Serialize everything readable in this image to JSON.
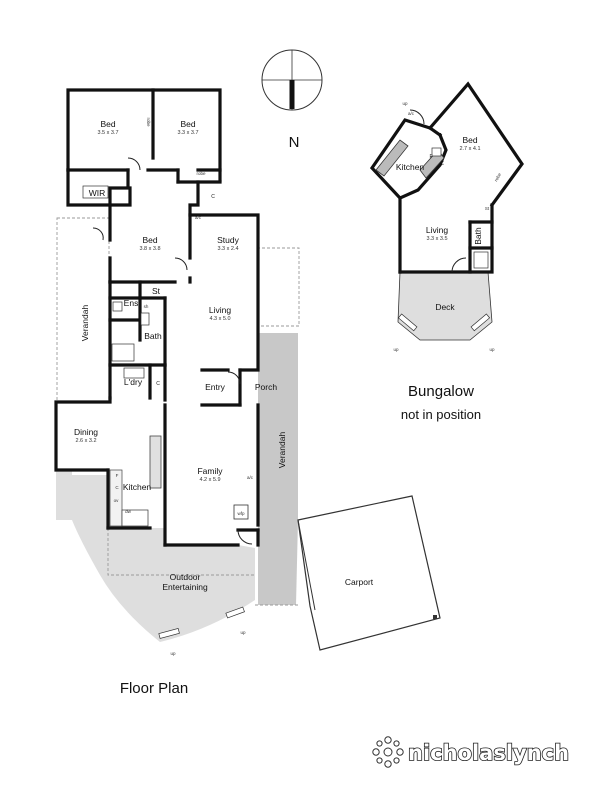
{
  "compass": {
    "label": "N"
  },
  "main_house": {
    "title": "Floor Plan",
    "rooms": {
      "bed1": {
        "label": "Bed",
        "dims": "3.5 x 3.7"
      },
      "bed2": {
        "label": "Bed",
        "dims": "3.3 x 3.7"
      },
      "bed3": {
        "label": "Bed",
        "dims": "3.8 x 3.8"
      },
      "study": {
        "label": "Study",
        "dims": "3.3 x 2.4"
      },
      "living": {
        "label": "Living",
        "dims": "4.3 x 5.0"
      },
      "dining": {
        "label": "Dining",
        "dims": "2.6 x 3.2"
      },
      "family": {
        "label": "Family",
        "dims": "4.2 x 5.9"
      },
      "wir": {
        "label": "WIR"
      },
      "ens": {
        "label": "Ens"
      },
      "st": {
        "label": "St"
      },
      "bath": {
        "label": "Bath"
      },
      "laundry": {
        "label": "L'dry"
      },
      "kitchen": {
        "label": "Kitchen"
      },
      "entry": {
        "label": "Entry"
      },
      "porch": {
        "label": "Porch"
      },
      "verandah_west": {
        "label": "Verandah"
      },
      "verandah_east": {
        "label": "Verandah"
      },
      "outdoor": {
        "label_line1": "Outdoor",
        "label_line2": "Entertaining"
      },
      "carport": {
        "label": "Carport"
      }
    },
    "fixtures": {
      "robe1": "robe",
      "robe2": "robe",
      "c1": "C",
      "c2": "C",
      "c3": "C",
      "ac1": "a/c",
      "ac2": "a/c",
      "sh": "sh",
      "f": "F",
      "ov": "ov",
      "dw": "dw",
      "wfp": "wfp"
    },
    "stairs": [
      "up",
      "up"
    ]
  },
  "bungalow": {
    "title_line1": "Bungalow",
    "title_line2": "not in position",
    "rooms": {
      "bed": {
        "label": "Bed",
        "dims": "2.7 x 4.1"
      },
      "kitchen": {
        "label": "Kitchen"
      },
      "living": {
        "label": "Living",
        "dims": "3.3 x 3.5"
      },
      "bath": {
        "label": "Bath"
      },
      "deck": {
        "label": "Deck"
      }
    },
    "fixtures": {
      "f": "F",
      "c": "C",
      "robe": "robe",
      "st": "St",
      "ac": "a/c"
    },
    "stairs": [
      "up",
      "up",
      "up"
    ]
  },
  "brand": {
    "name": "nicholaslynch"
  }
}
